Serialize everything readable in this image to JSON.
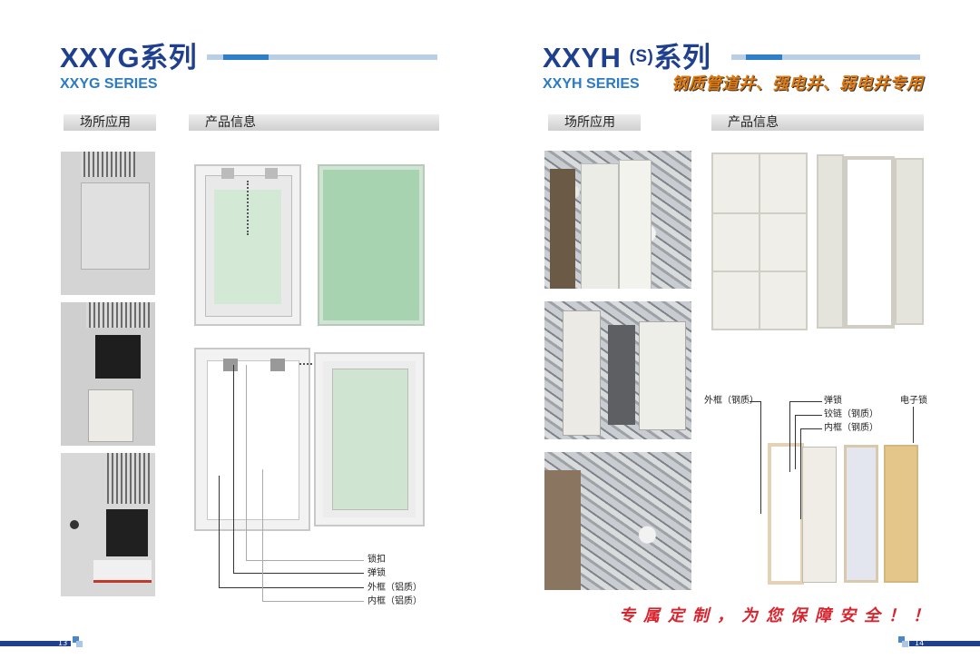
{
  "left": {
    "title": "XXYG系列",
    "subtitle": "XXYG SERIES",
    "tab_application": "场所应用",
    "tab_product": "产品信息",
    "labels": [
      "锁扣",
      "弹锁",
      "外框（铝质）",
      "内框（铝质）"
    ],
    "page_number": "13"
  },
  "right": {
    "title_main": "XXYH ",
    "title_paren": "(S)",
    "title_tail": "系列",
    "subtitle": "XXYH SERIES",
    "tagline": "钢质管道井、强电井、弱电井专用",
    "tab_application": "场所应用",
    "tab_product": "产品信息",
    "labels": {
      "outer_frame": "外框（钢质）",
      "spring_lock": "弹锁",
      "hinge": "铰链（钢质）",
      "inner_frame": "内框（钢质）",
      "e_lock": "电子锁"
    },
    "slogan": "专属定制，为您保障安全！！",
    "page_number": "14"
  },
  "colors": {
    "brand": "#1f3f8f",
    "accent": "#2f7fc6",
    "slogan": "#d9232d"
  }
}
